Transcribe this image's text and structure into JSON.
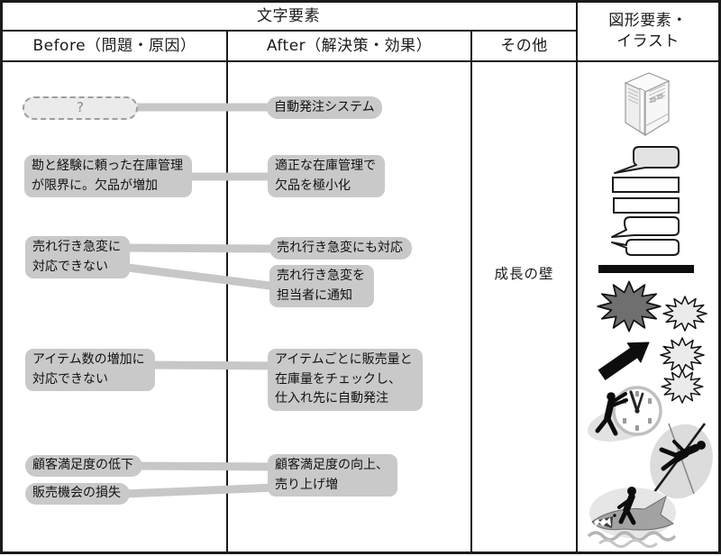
{
  "table": {
    "header_text_elements": "文字要素",
    "col_before": "Before（問題・原因）",
    "col_after": "After（解決策・効果）",
    "col_other": "その他",
    "col_graphics": "図形要素・\nイラスト"
  },
  "before_items": [
    {
      "label": "?"
    },
    {
      "label": "勘と経験に頼った在庫管理\nが限界に。欠品が増加"
    },
    {
      "label": "売れ行き急変に\n対応できない"
    },
    {
      "label": "アイテム数の増加に\n対応できない"
    },
    {
      "label": "顧客満足度の低下"
    },
    {
      "label": "販売機会の損失"
    }
  ],
  "after_items": [
    {
      "label": "自動発注システム"
    },
    {
      "label": "適正な在庫管理で\n欠品を極小化"
    },
    {
      "label": "売れ行き急変にも対応"
    },
    {
      "label": "売れ行き急変を\n担当者に通知"
    },
    {
      "label": "アイテムごとに販売量と\n在庫量をチェックし、\n仕入れ先に自動発注"
    },
    {
      "label": "顧客満足度の向上、\n売り上げ増"
    }
  ],
  "other_items": [
    {
      "label": "成長の壁"
    }
  ],
  "graphics_column": {
    "items": [
      {
        "icon": "server-icon"
      },
      {
        "icon": "speech-bubble-filled-icon"
      },
      {
        "icon": "blank-box-icon"
      },
      {
        "icon": "blank-box-icon"
      },
      {
        "icon": "speech-bubble-outline-icon"
      },
      {
        "icon": "speech-bubble-outline-icon"
      },
      {
        "icon": "divider-bar"
      },
      {
        "icon": "starburst-dark-icon"
      },
      {
        "icon": "starburst-light-icon"
      },
      {
        "icon": "arrow-up-right-icon"
      },
      {
        "icon": "starburst-light-icon"
      },
      {
        "icon": "starburst-light-icon"
      },
      {
        "icon": "person-pushing-clock-illustration"
      },
      {
        "icon": "pole-vaulter-illustration"
      },
      {
        "icon": "shark-rider-illustration"
      }
    ]
  },
  "colors": {
    "box_fill": "#c9c9c9",
    "connector": "#c7c7c7",
    "placeholder_fill": "#ebebeb",
    "starburst_dark": "#6f6f6f",
    "starburst_light": "#ebebeb",
    "grid_line": "#1a1a1a"
  }
}
